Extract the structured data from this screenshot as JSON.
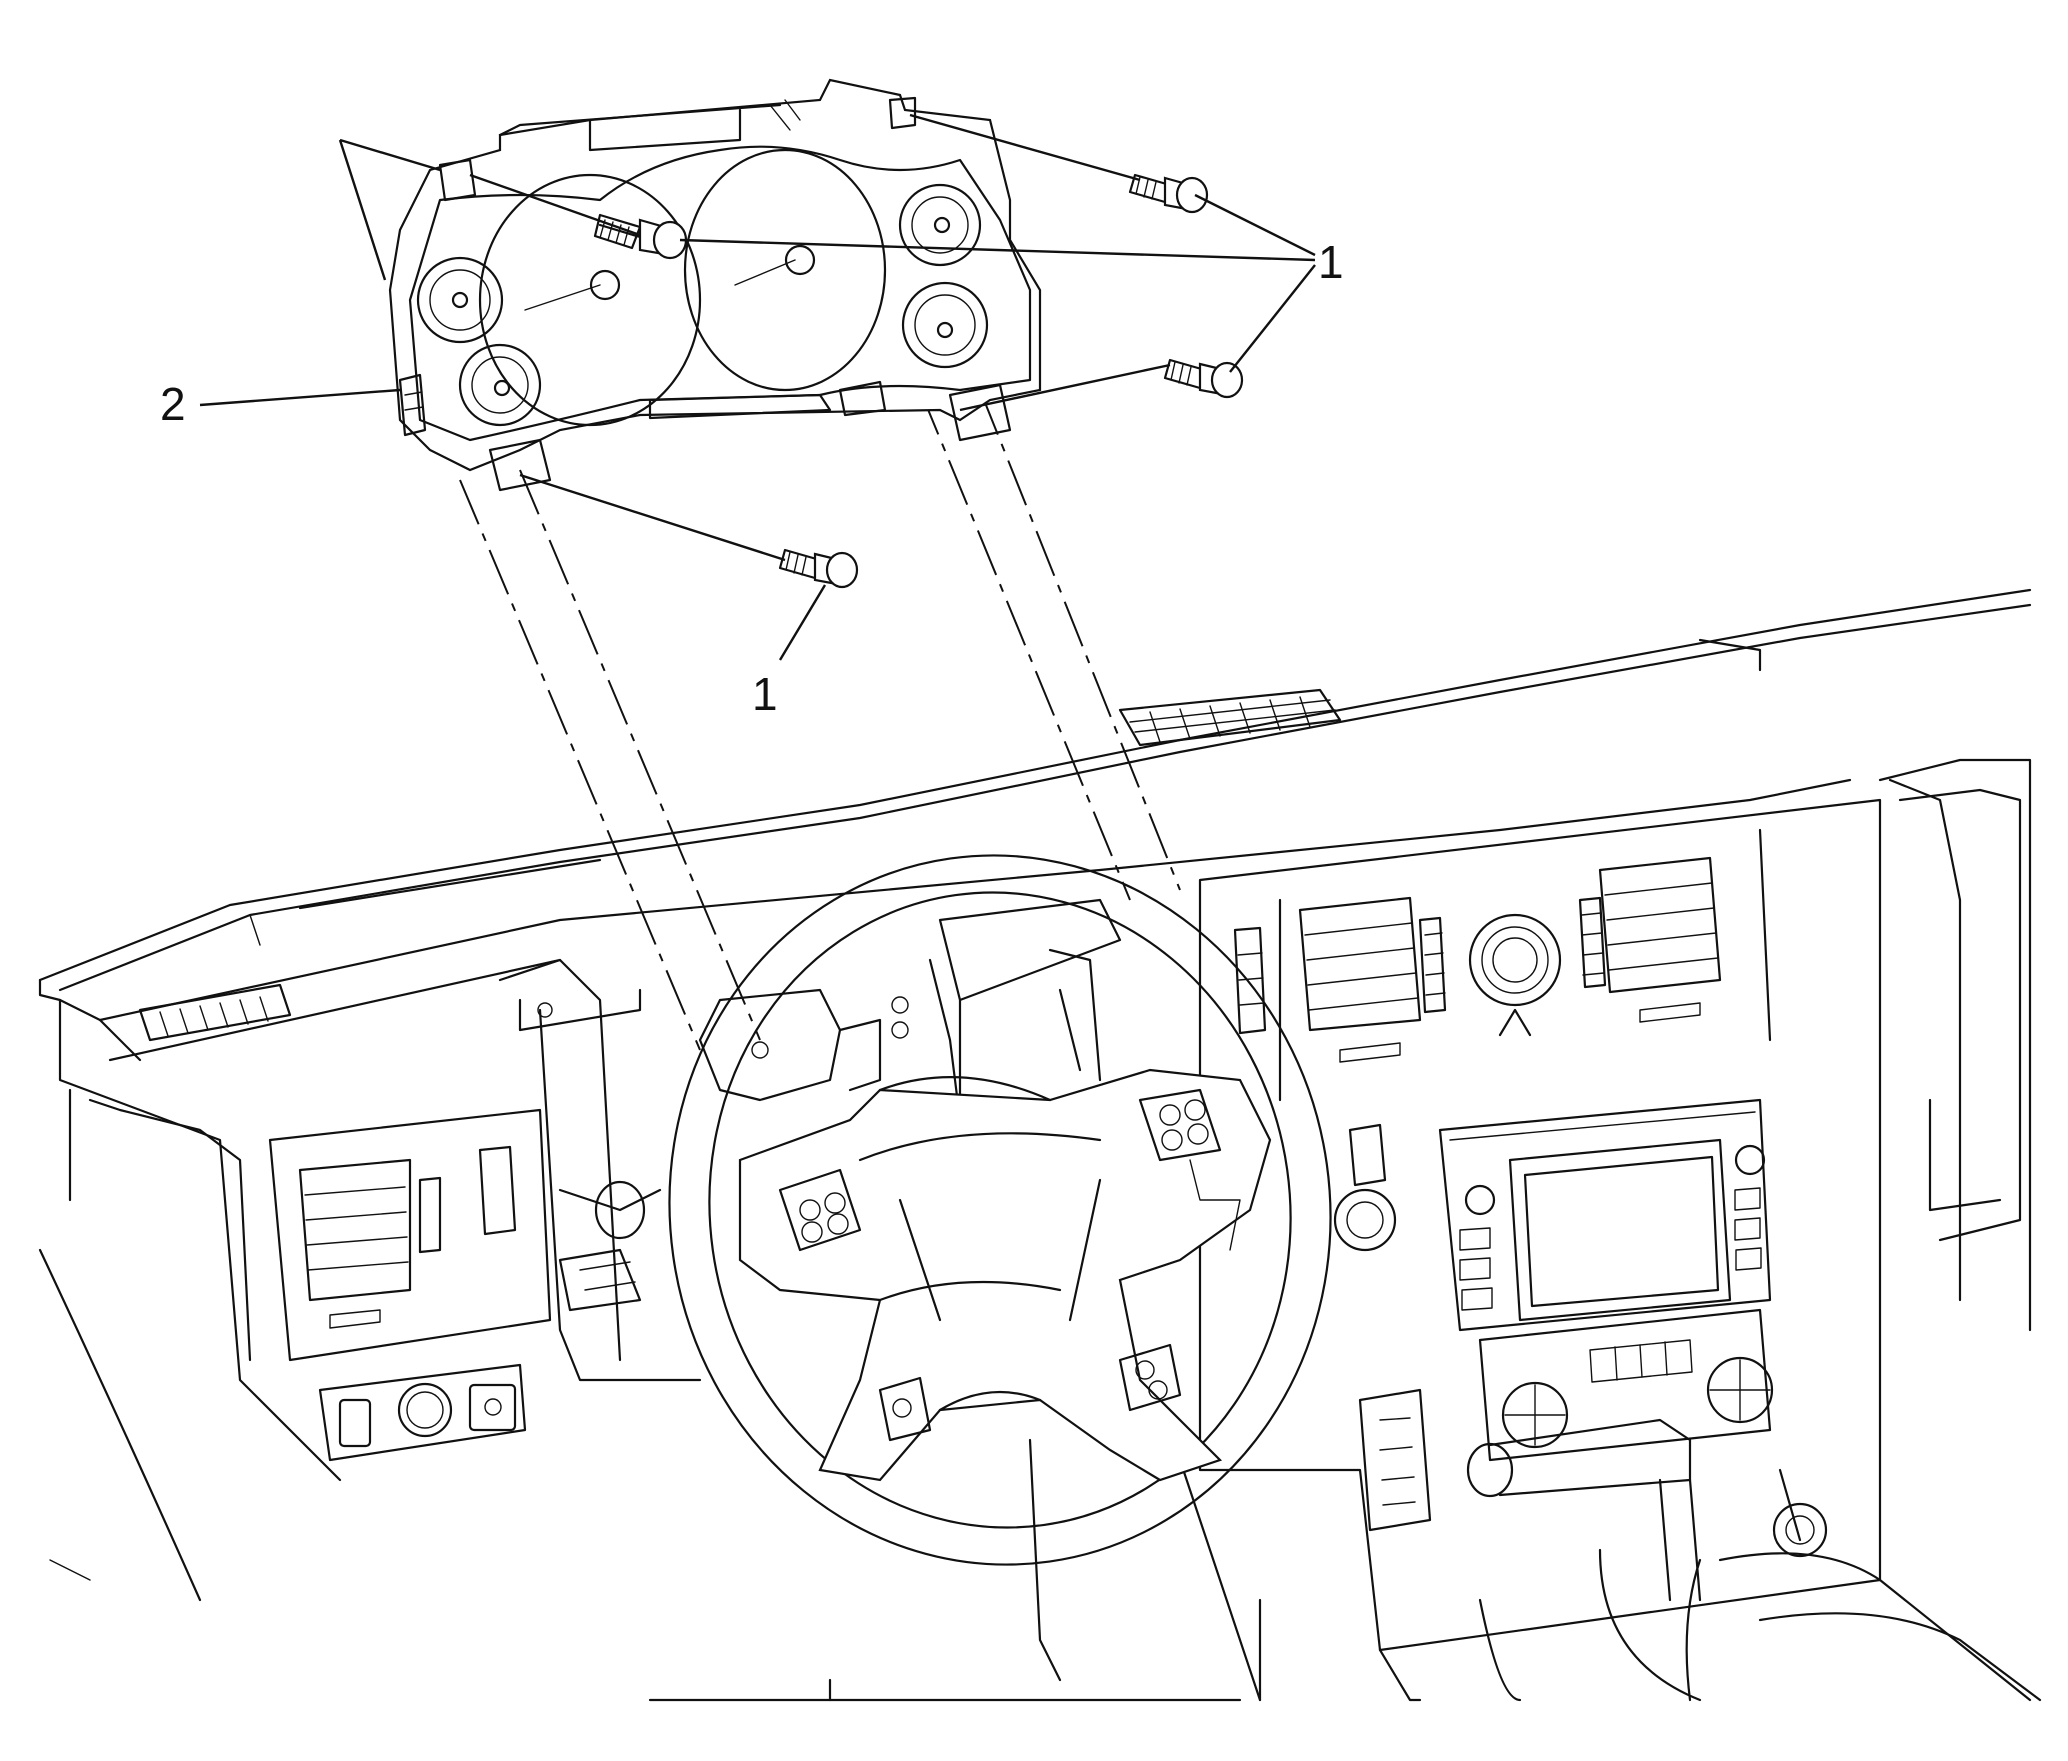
{
  "callouts": {
    "bolt_label": "1",
    "bolt_label_lower": "1",
    "cluster_label": "2"
  }
}
